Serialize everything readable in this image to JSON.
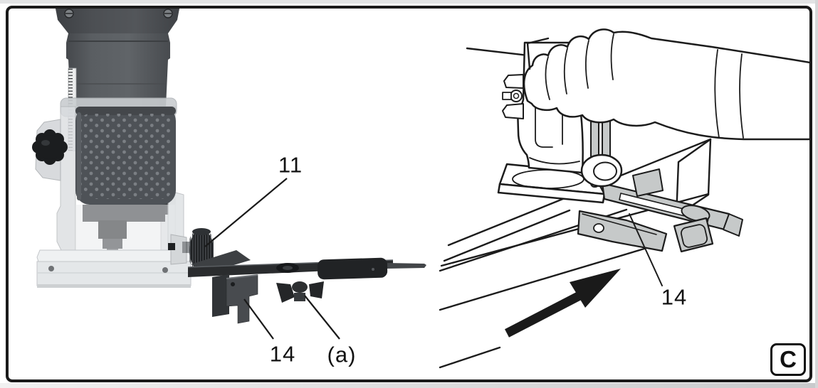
{
  "figure": {
    "badge": "C",
    "left_panel": {
      "alt": "Compact trim router with straight guide attached (photo illustration)",
      "callouts": [
        {
          "label": "11"
        },
        {
          "label": "14"
        },
        {
          "label": "(a)"
        }
      ]
    },
    "right_panel": {
      "alt": "Hand guiding the router along a workpiece edge with the straight guide (line illustration)",
      "callouts": [
        {
          "label": "14"
        }
      ]
    }
  },
  "colors": {
    "frame_border": "#1a1a1a",
    "label_text": "#111111",
    "line_art": "#1c1c1c",
    "guide_fill": "#c6c9c9",
    "arrow": "#1a1a1a"
  }
}
